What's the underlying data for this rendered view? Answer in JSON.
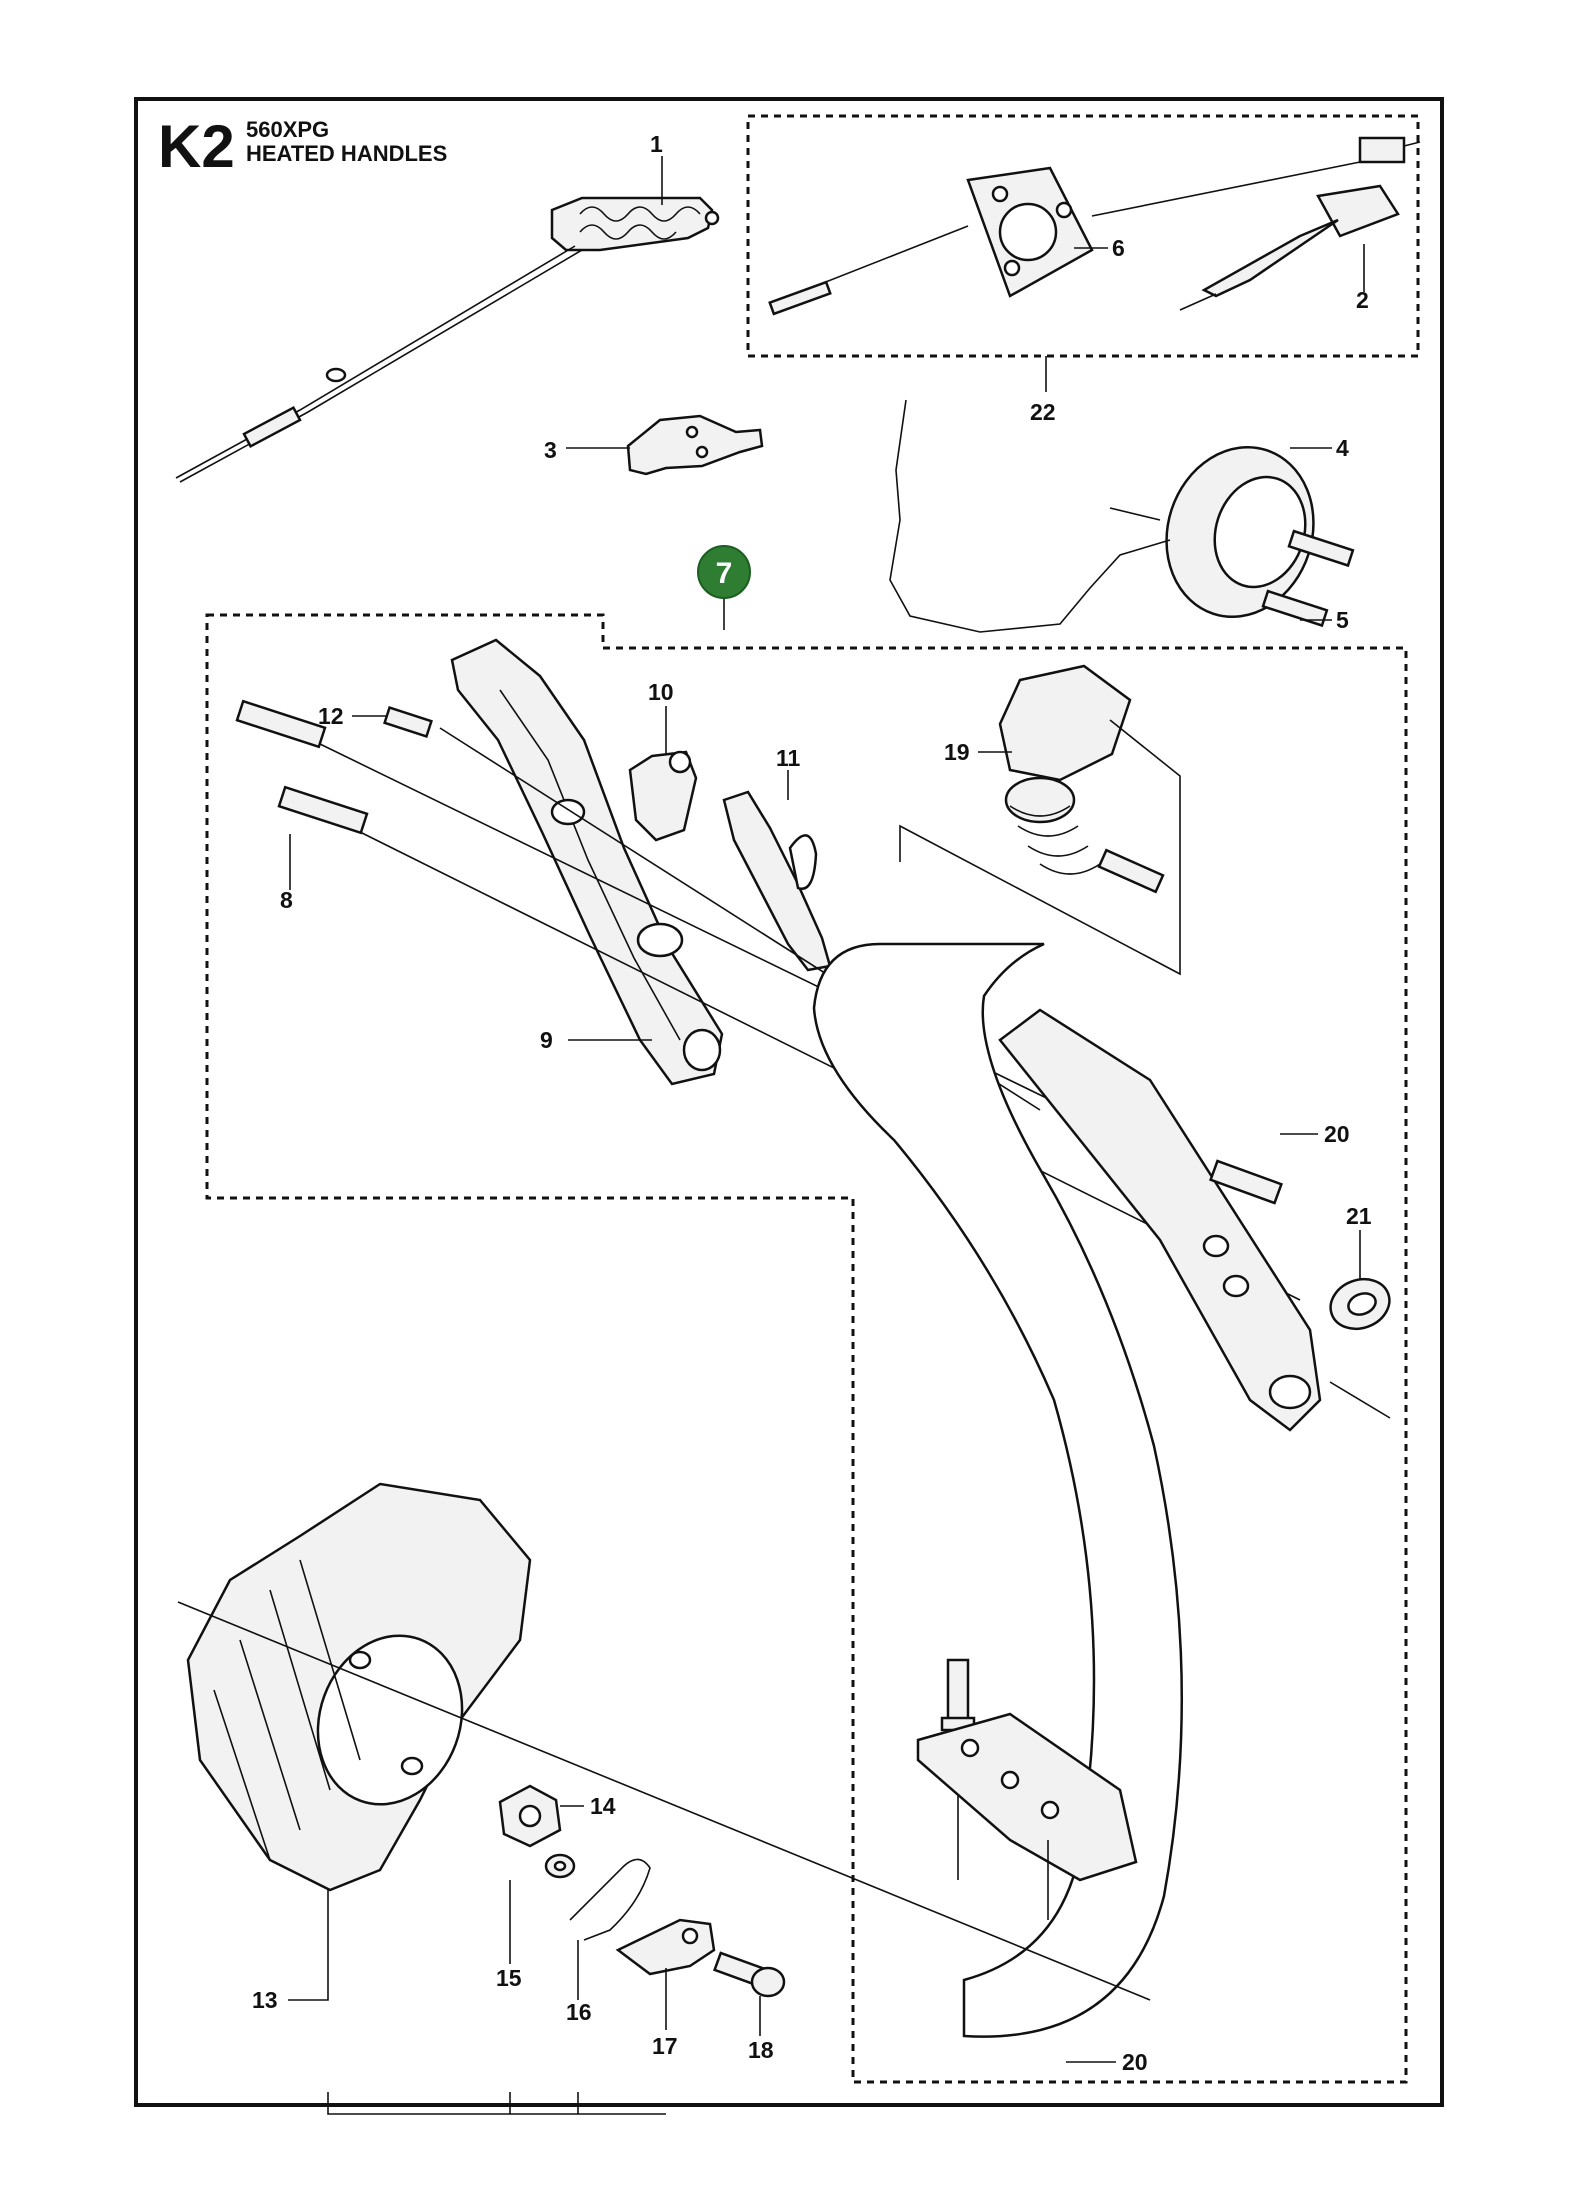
{
  "header": {
    "page_code": "K2",
    "model": "560XPG",
    "section_title": "HEATED HANDLES"
  },
  "group_badge": {
    "label": "7",
    "color": "#2e7d32"
  },
  "callouts": [
    {
      "id": "c1",
      "label": "1"
    },
    {
      "id": "c2",
      "label": "2"
    },
    {
      "id": "c3",
      "label": "3"
    },
    {
      "id": "c4",
      "label": "4"
    },
    {
      "id": "c5",
      "label": "5"
    },
    {
      "id": "c6",
      "label": "6"
    },
    {
      "id": "c8",
      "label": "8"
    },
    {
      "id": "c9",
      "label": "9"
    },
    {
      "id": "c10",
      "label": "10"
    },
    {
      "id": "c11",
      "label": "11"
    },
    {
      "id": "c12",
      "label": "12"
    },
    {
      "id": "c13",
      "label": "13"
    },
    {
      "id": "c14",
      "label": "14"
    },
    {
      "id": "c15",
      "label": "15"
    },
    {
      "id": "c16",
      "label": "16"
    },
    {
      "id": "c17",
      "label": "17"
    },
    {
      "id": "c18",
      "label": "18"
    },
    {
      "id": "c19",
      "label": "19"
    },
    {
      "id": "c20a",
      "label": "20"
    },
    {
      "id": "c20b",
      "label": "20"
    },
    {
      "id": "c21",
      "label": "21"
    },
    {
      "id": "c22",
      "label": "22"
    }
  ]
}
